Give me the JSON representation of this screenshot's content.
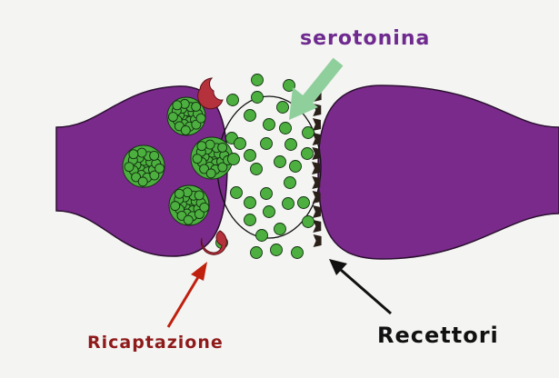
{
  "labels": {
    "serotonin": "serotonina",
    "reuptake": "Ricaptazione",
    "receptors": "Recettori"
  },
  "colors": {
    "neuron": "#7a2a8a",
    "vesicle": "#4caf3f",
    "transporter": "#b5313c",
    "receptor": "#2a201a",
    "serotonin_text": "#6f2a90",
    "reuptake_text": "#8e1a1a",
    "receptors_text": "#111111",
    "green_arrow": "#8fcf9c",
    "red_arrow": "#c0200e"
  }
}
